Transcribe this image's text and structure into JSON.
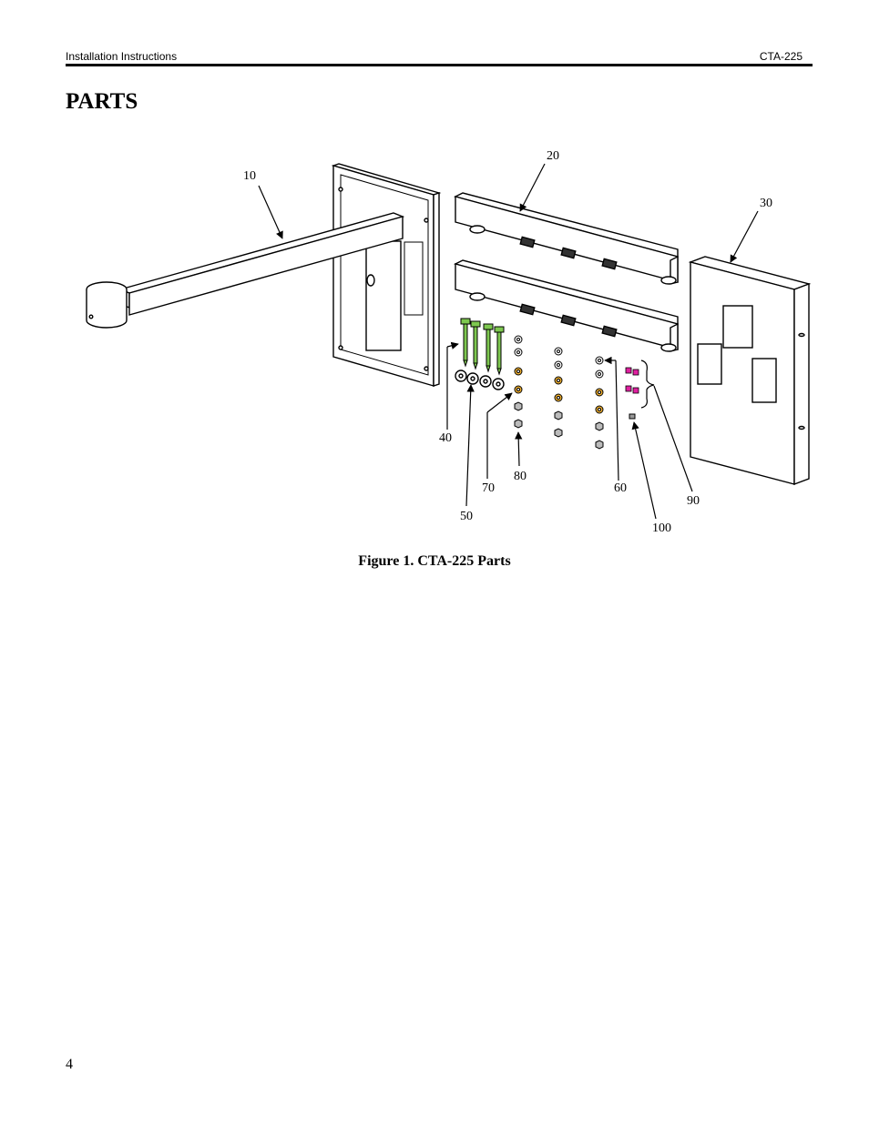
{
  "header": {
    "left": "Installation Instructions",
    "right": "CTA-225"
  },
  "section_title": "PARTS",
  "figure": {
    "callouts": {
      "c10": "10",
      "c20": "20",
      "c30": "30",
      "c40": "40",
      "c50": "50",
      "c60": "60",
      "c70": "70",
      "c80": "80",
      "c90": "90",
      "c100": "100"
    },
    "caption": "Figure 1. CTA-225 Parts",
    "colors": {
      "screws": "#7ec850",
      "nuts_yellow": "#f0b030",
      "plugs": "#e020a0",
      "line": "#000000"
    }
  },
  "page_number": "4"
}
